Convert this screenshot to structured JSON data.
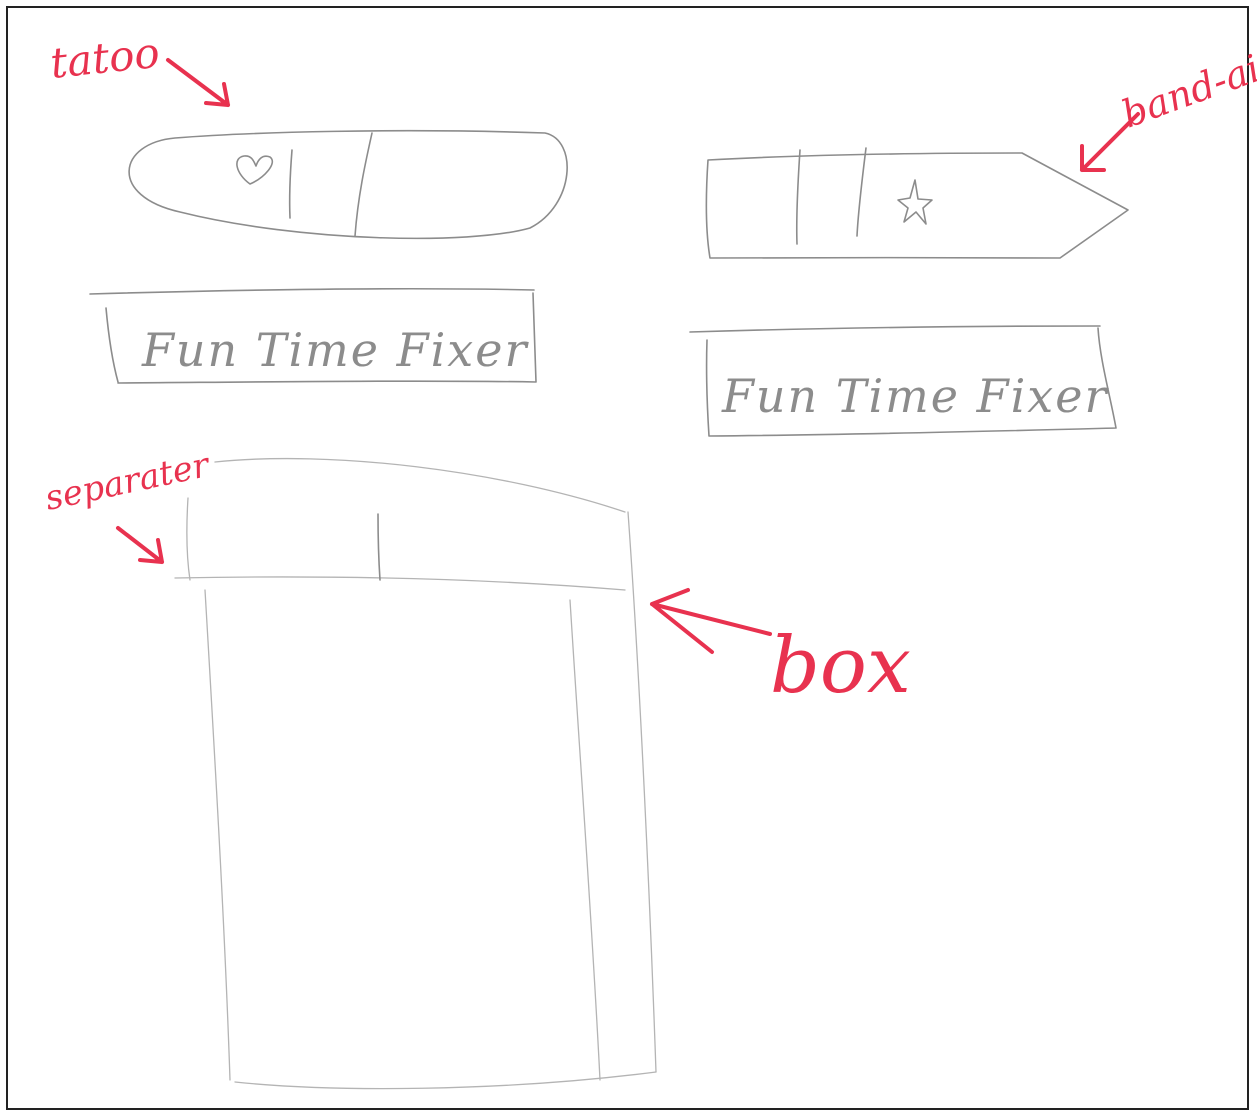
{
  "annotations": {
    "tattoo_label": "tatoo",
    "bandaid_label": "band-aid",
    "separator_label": "separater",
    "box_label": "box"
  },
  "tattoo_sketch": {
    "shape": "rounded capsule",
    "icon": "heart-icon",
    "caption": "Fun Time Fixer"
  },
  "bandaid_sketch": {
    "shape": "pointed strip",
    "icon": "star-icon",
    "caption": "Fun Time Fixer"
  },
  "box_sketch": {
    "shape": "box with lid separator"
  },
  "colors": {
    "annotation_ink": "#e8324f",
    "pencil": "#8c8c8c",
    "frame": "#222222",
    "background": "#ffffff"
  }
}
